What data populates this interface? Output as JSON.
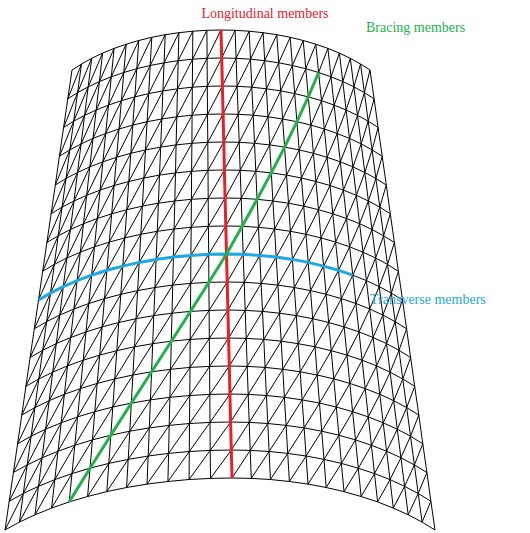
{
  "diagram": {
    "labels": [
      "Longitudinal members",
      "Bracing members",
      "Transverse members"
    ]
  }
}
